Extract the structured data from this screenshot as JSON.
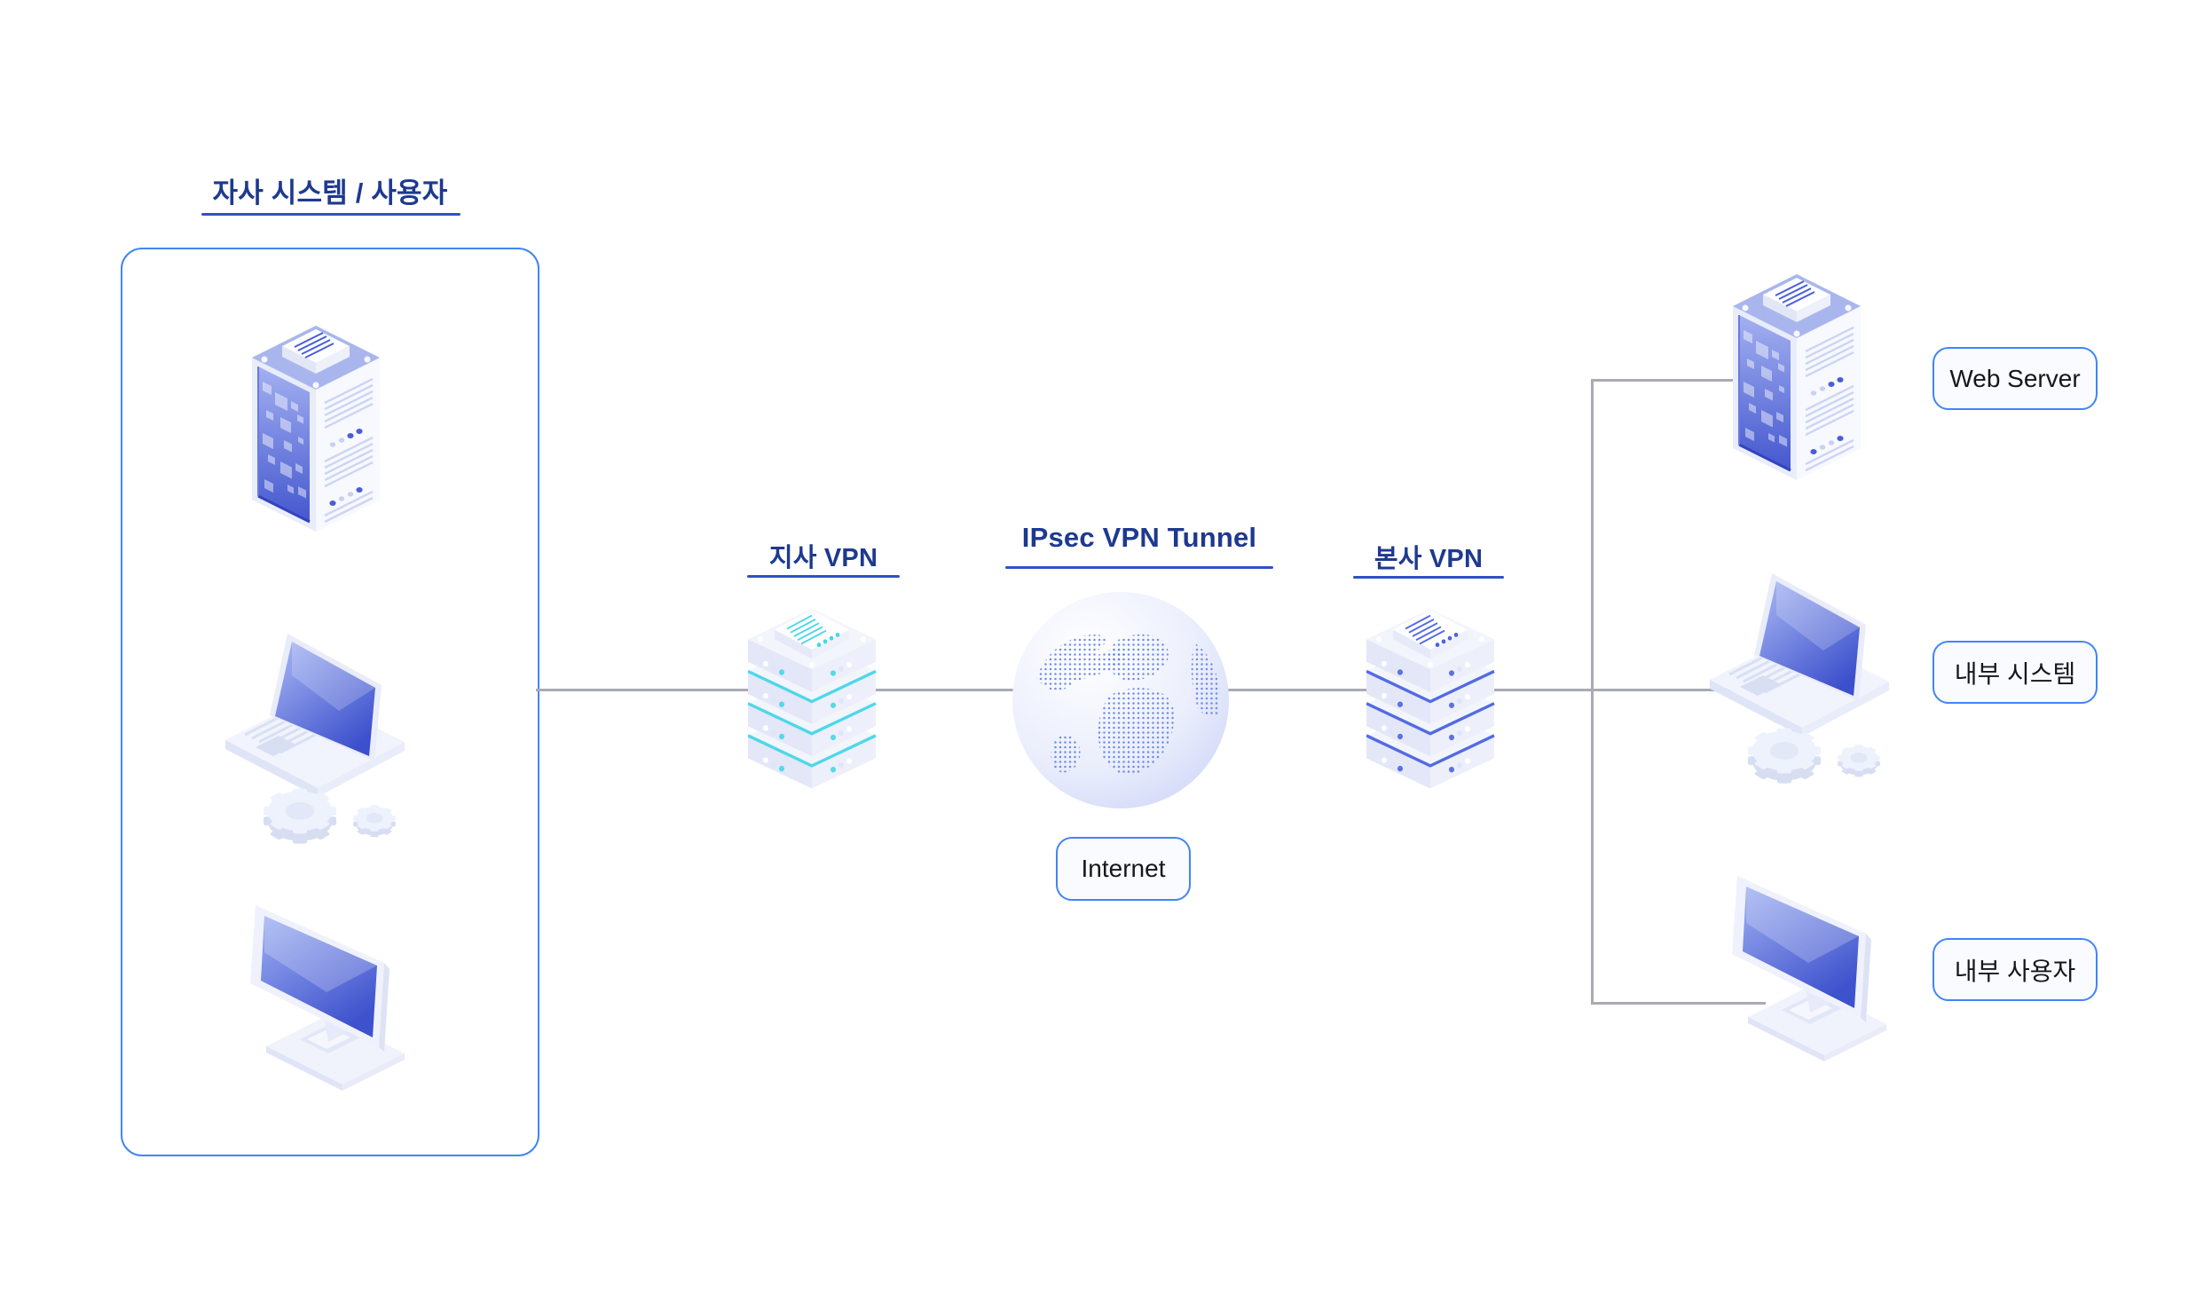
{
  "labels": {
    "left_group_title": "자사 시스템 / 사용자",
    "branch_vpn": "지사 VPN",
    "ipsec_tunnel": "IPsec VPN Tunnel",
    "hq_vpn": "본사 VPN"
  },
  "badges": {
    "internet": "Internet",
    "web_server": "Web Server",
    "internal_system": "내부 시스템",
    "internal_user": "내부 사용자"
  },
  "diagram": {
    "left_group_items": [
      "server-tower",
      "laptop-with-gears",
      "desktop-monitor"
    ],
    "middle_items": [
      "branch-vpn-server-stack",
      "internet-globe",
      "hq-vpn-server-stack"
    ],
    "right_group_items": [
      "web-server-tower",
      "laptop-with-gears",
      "desktop-monitor"
    ]
  },
  "colors": {
    "navy": "#1e398f",
    "underline_blue": "#3051c5",
    "connector_gray": "#a9aab2",
    "badge_border": "#4185f5",
    "branch_vpn_accent": "#45d6e8",
    "hq_vpn_accent": "#4a63e0",
    "screen_blue": "#4053ce",
    "icon_lavender": "#a9b6ee"
  }
}
